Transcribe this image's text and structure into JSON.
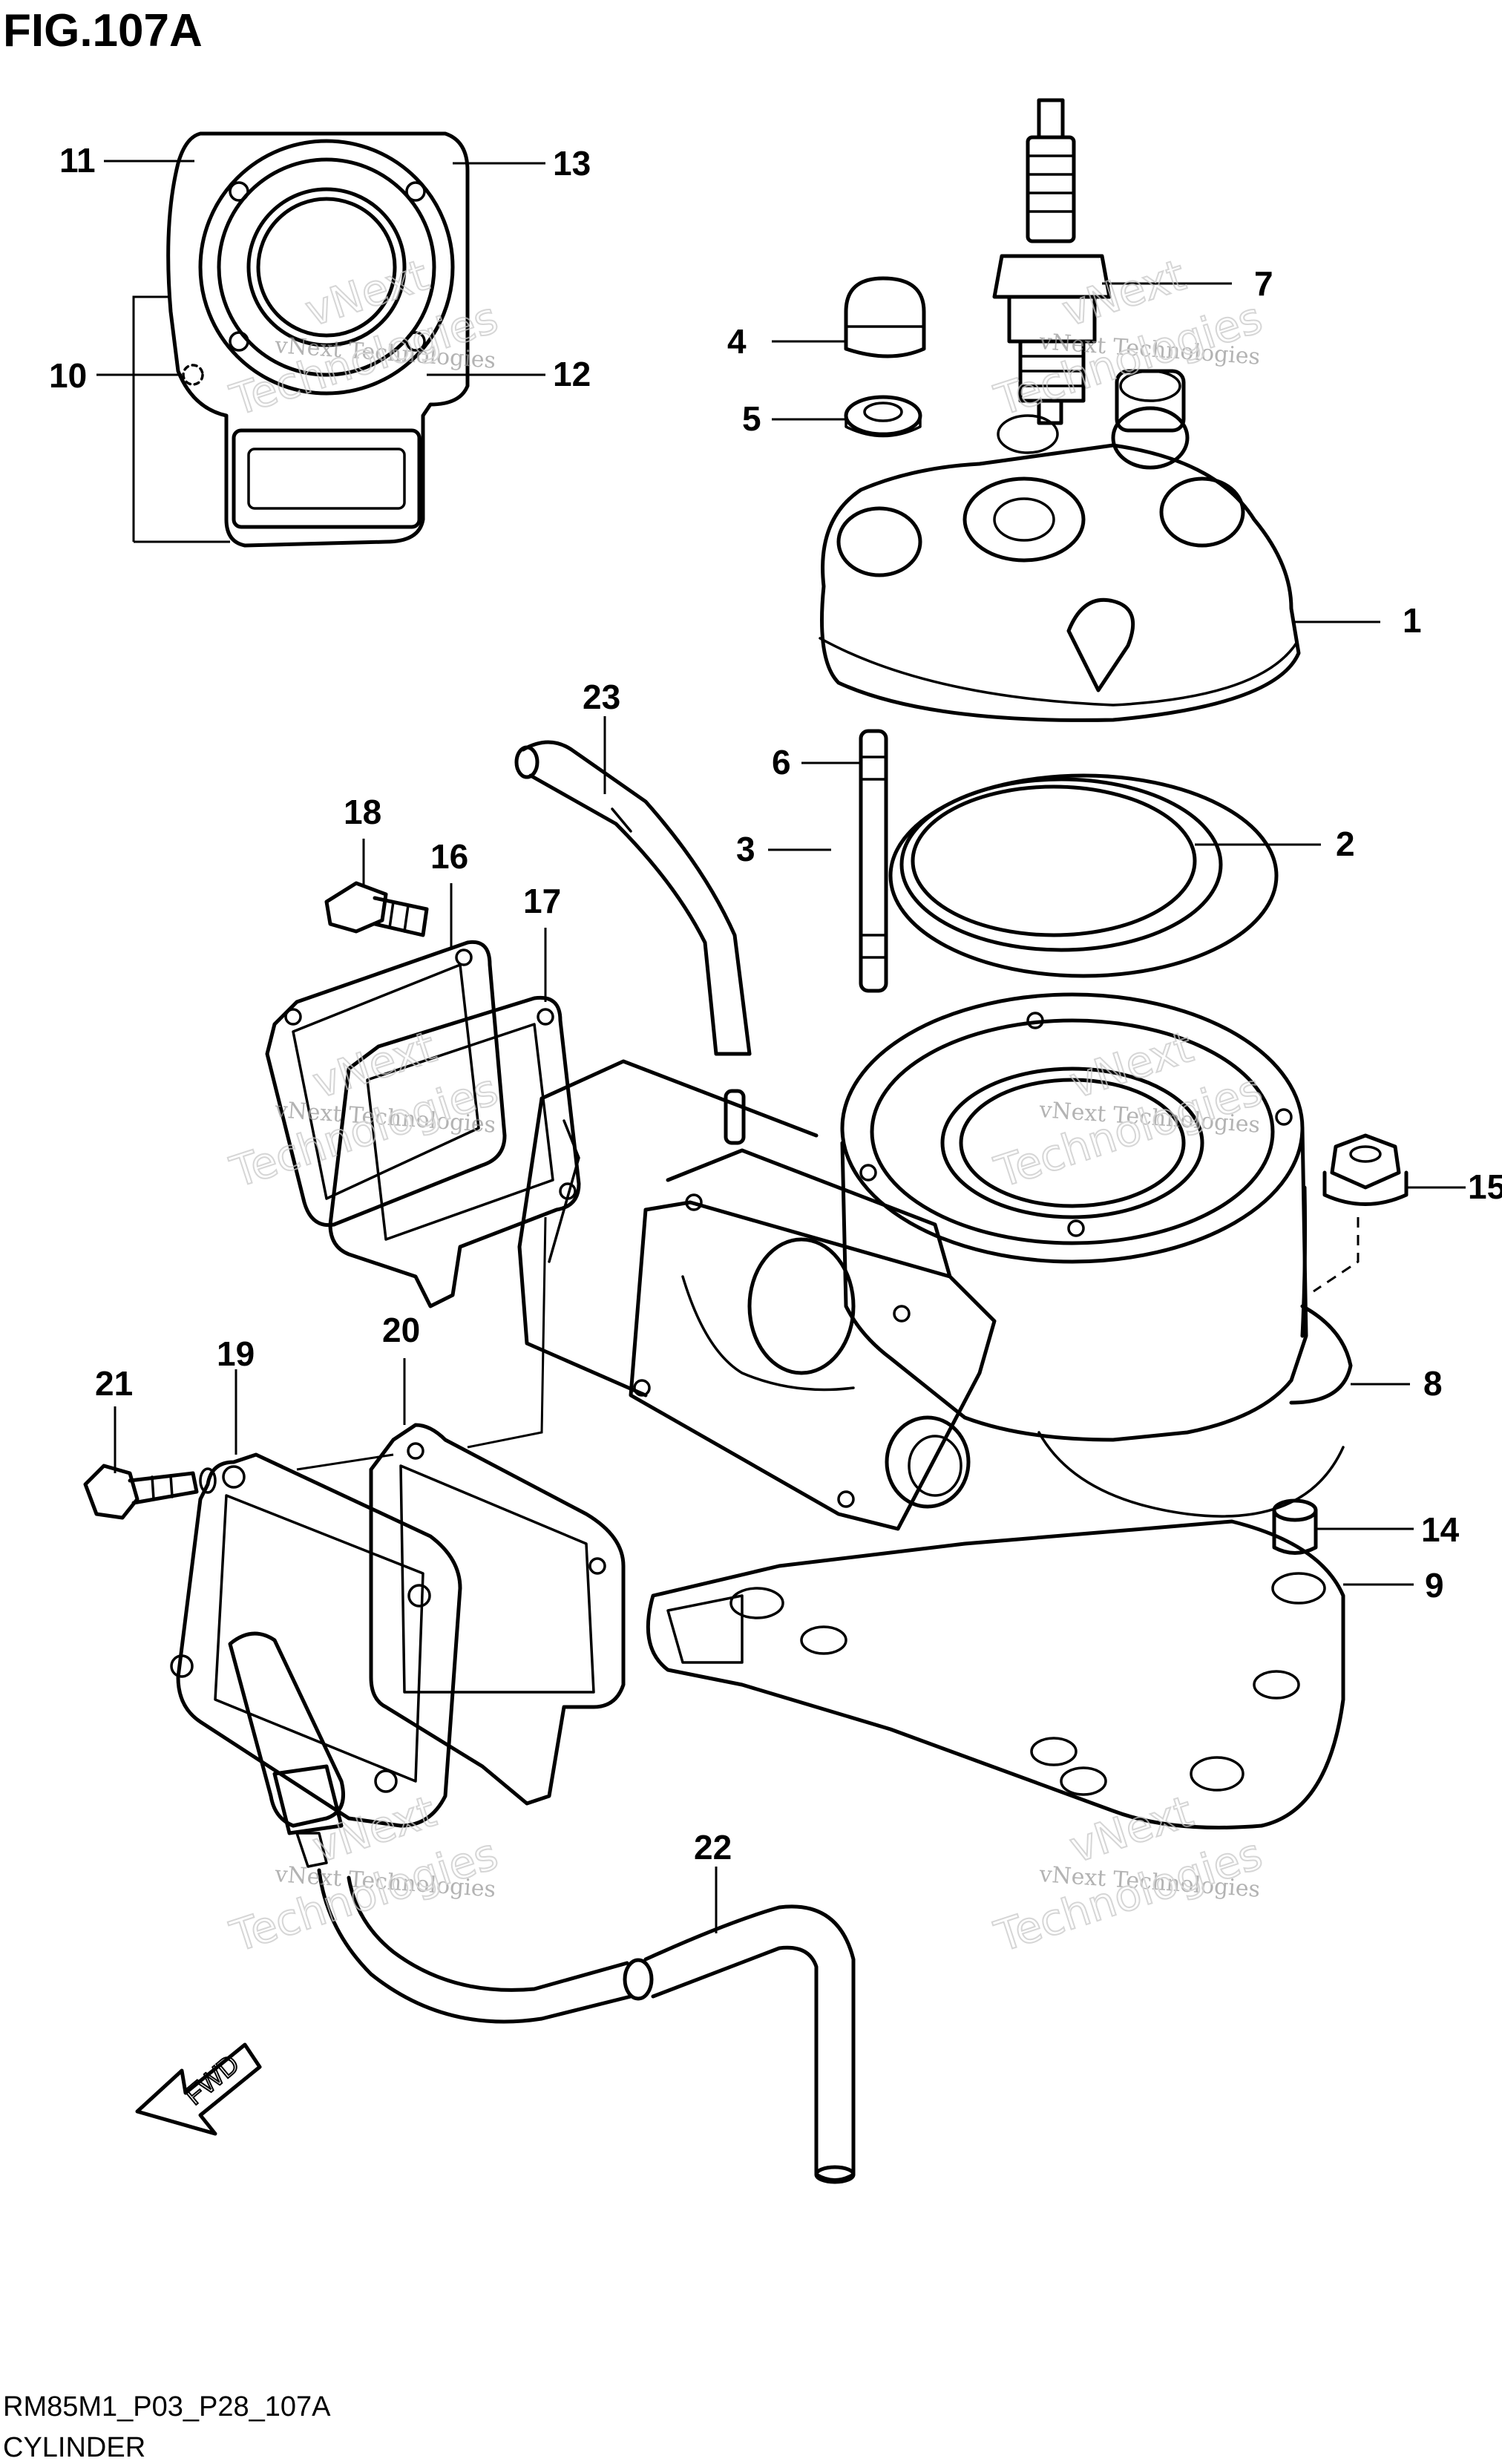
{
  "figure": {
    "title": "FIG.107A",
    "code": "RM85M1_P03_P28_107A",
    "caption": "CYLINDER"
  },
  "watermark": {
    "line1": "vNext Technologies",
    "line2": "vNext",
    "line3": "Technologies"
  },
  "callouts": {
    "c1": "1",
    "c2": "2",
    "c3": "3",
    "c4": "4",
    "c5": "5",
    "c6": "6",
    "c7": "7",
    "c8": "8",
    "c9": "9",
    "c10": "10",
    "c11": "11",
    "c12": "12",
    "c13": "13",
    "c14": "14",
    "c15": "15",
    "c16": "16",
    "c17": "17",
    "c18": "18",
    "c19": "19",
    "c20": "20",
    "c21": "21",
    "c22": "22",
    "c23": "23"
  },
  "fwd_label": "FWD"
}
